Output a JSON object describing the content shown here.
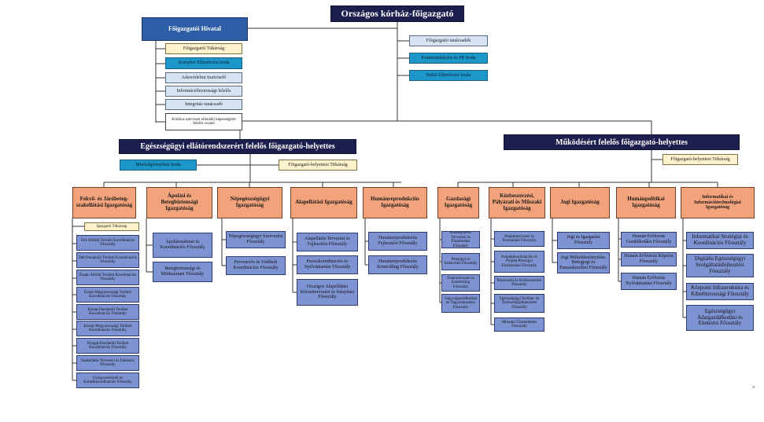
{
  "top": {
    "ceo": "Országos kórház-főigazgató",
    "office": "Főigazgatói Hivatal",
    "office_units": [
      "Főigazgatói Titkárság",
      "Komplex Ellenőrzési Iroda",
      "Adatvédelmi tisztviselő",
      "Információbiztonsági felelős",
      "Integritás tanácsadó",
      "Kritikus szervezet ellenálló képességéért felelős vezető"
    ],
    "ceo_units": [
      "Főigazgatói tanácsadók",
      "Kommunikációs és PR Iroda",
      "Belső Ellenőrzési Iroda"
    ]
  },
  "deputy_health": {
    "title": "Egészségügyi ellátórendszerért felelős főigazgató-helyettes",
    "quality": "Minőségirányítási Iroda",
    "secretariat": "Főigazgató-helyettesi Titkárság"
  },
  "deputy_ops": {
    "title": "Működésért felelős főigazgató-helyettes",
    "secretariat": "Főigazgató-helyettesi Titkárság"
  },
  "directorates": [
    {
      "name": "Fekvő- és Járóbeteg-szakellátási Igazgatóság",
      "secretariat": "Igazgatói Titkárság",
      "units": [
        "Dél-Alföldi Területi Koordinációs Főosztály",
        "Dél-Dunántúli Területi Koordinációs Főosztály",
        "Észak-Alföldi Területi Koordinációs Főosztály",
        "Észak-Magyarországi Területi Koordinációs Főosztály",
        "Közép-Dunántúli Területi Koordinációs Főosztály",
        "Közép-Magyarországi Területi Koordinációs Főosztály",
        "Nyugat-Dunántúli Területi Koordinációs Főosztály",
        "Szakellátás Tervezési és Elemzési Főosztály",
        "Gyógyszerészeti és Kutatáskoordinációs Főosztály"
      ]
    },
    {
      "name": "Ápolási és Betegbiztonsági Igazgatóság",
      "units": [
        "Ápolásszakmai és Koordinációs Főosztály",
        "Betegbiztonsági és Módszertani Főosztály"
      ]
    },
    {
      "name": "Népegészségügyi Igazgatóság",
      "units": [
        "Népegészségügyi Szervezési Főosztály",
        "Prevenciós és Védőnői Koordinációs Főosztály"
      ]
    },
    {
      "name": "Alapellátási Igazgatóság",
      "units": [
        "Alapellátás Tervezési és Fejlesztési Főosztály",
        "Praxiskoordinációs és Nyilvántartási Főosztály",
        "Országos Alapellátási Körzettervezési és Irányítási Főosztály"
      ]
    },
    {
      "name": "Humánreprodukciós Igazgatóság",
      "units": [
        "Humánreprodukciós Fejlesztési Főosztály",
        "Humánreprodukciós Kontrolling Főosztály"
      ]
    },
    {
      "name": "Gazdasági Igazgatóság",
      "units": [
        "Költségvetési Tervezési és Elszámolási Főosztály",
        "Pénzügyi és Számviteli Főosztály",
        "Finanszírozási és Kontrolling Főosztály",
        "Vagyongazdálkodási és Vagyonkezelési Főosztály"
      ]
    },
    {
      "name": "Közbeszerzési, Pályázati és Műszaki Igazgatóság",
      "units": [
        "Projekttervezési és Fenntartási Főosztály",
        "Projektkoordinációs és Projekt Pénzügyi Elszámolási Főosztály",
        "Beszerzési és Közbeszerzési Főosztály",
        "Egészségügyi Kórház- és Technológiafejlesztési Főosztály",
        "Műszaki Üzemeltetési Főosztály"
      ]
    },
    {
      "name": "Jogi Igazgatóság",
      "units": [
        "Jogi és Igazgatási Főosztály",
        "Jogi Működésirányítási, Betegjogi és Panaszkezelési Főosztály"
      ]
    },
    {
      "name": "Humánpolitikai Igazgatóság",
      "units": [
        "Humán Erőforrás Gazdálkodási Főosztály",
        "Humán Erőforrás Képzési Főosztály",
        "Humán Erőforrás Nyilvántartási Főosztály"
      ]
    },
    {
      "name": "Informatikai és Információtechnológiai Igazgatóság",
      "units": [
        "Informatikai Stratégiai és Koordinációs Főosztály",
        "Digitális Egészségügyi Szolgáltatásfejlesztési Főosztály",
        "Központi Infrastruktúra és Kiberbiztonsági Főosztály",
        "Egészségügyi Adatgazdálkodási és Elemzési Főosztály"
      ]
    }
  ],
  "footnote_mark": "\""
}
